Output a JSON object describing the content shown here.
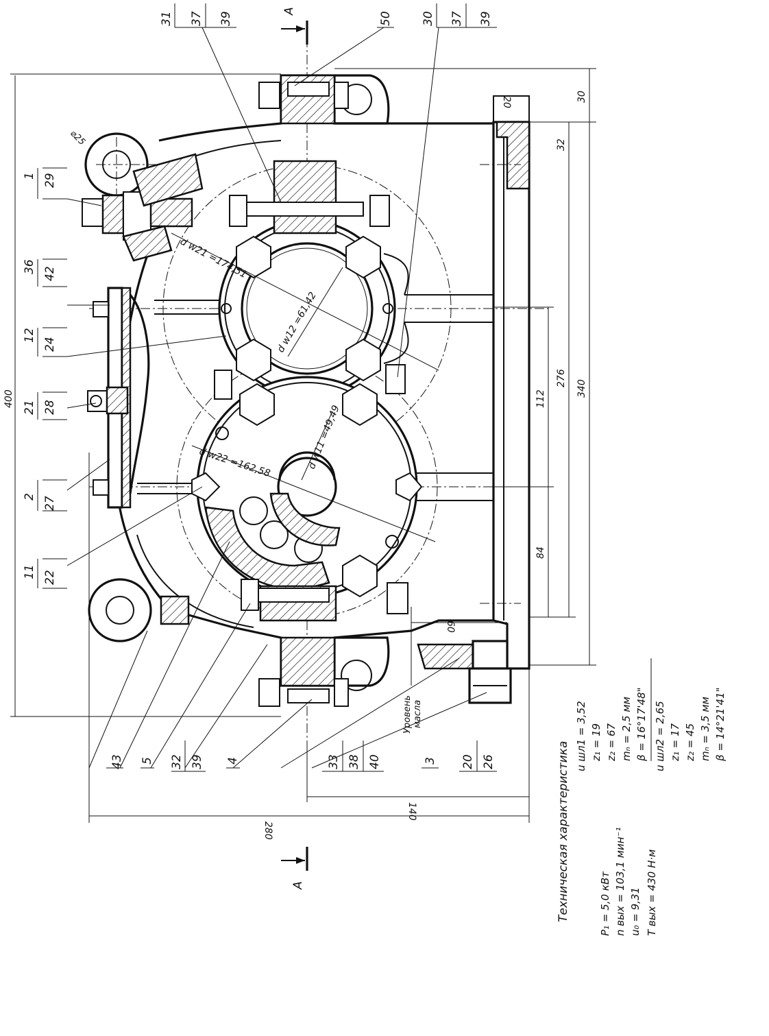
{
  "drawing": {
    "section_mark": "A",
    "oil_level_label": [
      "Уровень",
      "масла"
    ],
    "dimensions": {
      "overall_length": "400",
      "total_height": "340",
      "mount_spacing": "276",
      "center_distance": "112",
      "base_offset": "84",
      "overall_width": "280",
      "half_width": "140",
      "top_offset": "30",
      "flange_depth": "20",
      "base_thickness": "32",
      "drain_offset": "60",
      "eye_diameter": "⌀25"
    },
    "gear_diameters": {
      "dw21": "d w21 =174,51",
      "dw12": "d w12 =61,42",
      "dw11": "d w11 =49,49",
      "dw22": "d w22 =162,58"
    },
    "leaders": [
      {
        "id": "1",
        "ref": "29"
      },
      {
        "id": "36",
        "ref": "42"
      },
      {
        "id": "12",
        "ref": "24"
      },
      {
        "id": "21",
        "ref": "28"
      },
      {
        "id": "2",
        "ref": "27"
      },
      {
        "id": "11",
        "ref": "22"
      },
      {
        "id": "43",
        "ref": ""
      },
      {
        "id": "5",
        "ref": ""
      },
      {
        "id": "32",
        "ref": "39"
      },
      {
        "id": "4",
        "ref": ""
      },
      {
        "id": "33",
        "ref": "38",
        "ref2": "40"
      },
      {
        "id": "3",
        "ref": ""
      },
      {
        "id": "20",
        "ref": "26"
      },
      {
        "id": "31",
        "ref": "37",
        "ref2": "39"
      },
      {
        "id": "50",
        "ref": ""
      },
      {
        "id": "30",
        "ref": "37",
        "ref2": "39"
      }
    ]
  },
  "tech_spec": {
    "title": "Техническая характеристика",
    "general": [
      "P₁ = 5,0   кВт",
      "n вых = 103,1  мин⁻¹",
      "u₀ = 9,31",
      "T вых = 430   Н·м"
    ],
    "stage1": [
      "u шл1 = 3,52",
      "z₁ = 19",
      "z₂ = 67",
      "mₙ = 2,5      мм",
      "β = 16°17'48\""
    ],
    "stage2": [
      "u шл2 = 2,65",
      "z₁ = 17",
      "z₂ = 45",
      "mₙ = 3,5      мм",
      "β = 14°21'41\""
    ]
  }
}
